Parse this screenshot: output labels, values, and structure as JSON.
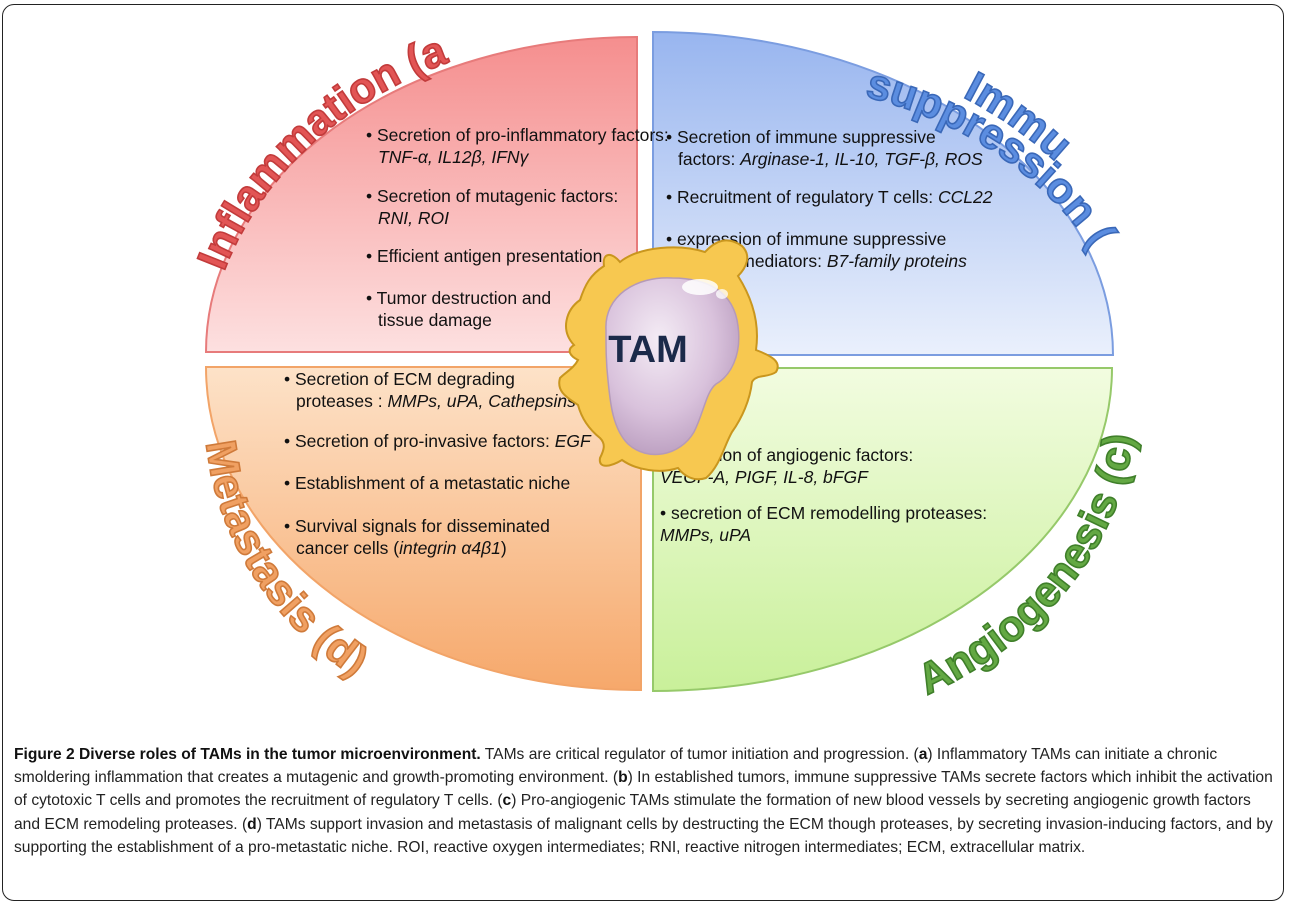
{
  "figure": {
    "center_label": "TAM",
    "quadrants": {
      "a": {
        "title": "Inflammation (a)",
        "color_top": "#f58e8e",
        "color_bottom": "#fde0e0",
        "title_color": "#e25555",
        "items": [
          {
            "lines": [
              [
                {
                  "t": "• Secretion of pro-inflammatory factors:"
                }
              ],
              [
                {
                  "t": "TNF-",
                  "i": true
                },
                {
                  "t": "α",
                  "i": true
                },
                {
                  "t": ", IL12",
                  "i": true
                },
                {
                  "t": "β",
                  "i": true
                },
                {
                  "t": ", IFN",
                  "i": true
                },
                {
                  "t": "γ",
                  "i": true
                }
              ]
            ]
          },
          {
            "lines": [
              [
                {
                  "t": "• Secretion of mutagenic factors:"
                }
              ],
              [
                {
                  "t": "RNI, ROI",
                  "i": true
                }
              ]
            ]
          },
          {
            "lines": [
              [
                {
                  "t": "• Efficient antigen presentation"
                }
              ]
            ]
          },
          {
            "lines": [
              [
                {
                  "t": "• Tumor destruction and"
                }
              ],
              [
                {
                  "t": "tissue damage"
                }
              ]
            ]
          }
        ]
      },
      "b": {
        "title_line1": "Immune",
        "title_line2": "suppression (b)",
        "color_top": "#98b5ef",
        "color_bottom": "#eaf0fc",
        "title_color": "#5b8de0",
        "items": [
          {
            "lines": [
              [
                {
                  "t": "• Secretion of immune suppressive"
                }
              ],
              [
                {
                  "t": "factors: "
                },
                {
                  "t": "Arginase-1, IL-10, TGF-",
                  "i": true
                },
                {
                  "t": "β",
                  "i": true
                },
                {
                  "t": ", ROS",
                  "i": true
                }
              ]
            ]
          },
          {
            "lines": [
              [
                {
                  "t": "• Recruitment of regulatory T cells: "
                },
                {
                  "t": "CCL22",
                  "i": true
                }
              ]
            ]
          },
          {
            "lines": [
              [
                {
                  "t": "• expression of immune suppressive"
                }
              ],
              [
                {
                  "t": "surface mediators: "
                },
                {
                  "t": "B7-family proteins",
                  "i": true
                }
              ]
            ]
          }
        ]
      },
      "c": {
        "title": "Angiogenesis (c)",
        "color_top": "#f2fce0",
        "color_bottom": "#c9f09a",
        "title_color": "#63a843",
        "items": [
          {
            "lines": [
              [
                {
                  "t": "• secretion of angiogenic factors:"
                }
              ],
              [
                {
                  "t": "VEGF-A, PIGF, IL-8, bFGF",
                  "i": true
                }
              ]
            ]
          },
          {
            "lines": [
              [
                {
                  "t": "• secretion of ECM remodelling  proteases:"
                }
              ],
              [
                {
                  "t": "MMPs, uPA",
                  "i": true
                }
              ]
            ]
          }
        ]
      },
      "d": {
        "title": "Metastasis (d)",
        "color_top": "#fde2c8",
        "color_bottom": "#f6a86b",
        "title_color": "#f0a062",
        "items": [
          {
            "lines": [
              [
                {
                  "t": "• Secretion of ECM degrading"
                }
              ],
              [
                {
                  "t": "proteases : "
                },
                {
                  "t": "MMPs, uPA, Cathepsins",
                  "i": true
                }
              ]
            ]
          },
          {
            "lines": [
              [
                {
                  "t": "• Secretion of pro-invasive factors: "
                },
                {
                  "t": "EGF",
                  "i": true
                }
              ]
            ]
          },
          {
            "lines": [
              [
                {
                  "t": "• Establishment of a metastatic niche"
                }
              ]
            ]
          },
          {
            "lines": [
              [
                {
                  "t": "• Survival signals for disseminated"
                }
              ],
              [
                {
                  "t": "cancer cells ("
                },
                {
                  "t": "integrin ",
                  "i": true
                },
                {
                  "t": "α",
                  "i": true
                },
                {
                  "t": "4",
                  "i": true
                },
                {
                  "t": "β",
                  "i": true
                },
                {
                  "t": "1",
                  "i": true
                },
                {
                  "t": ")"
                }
              ]
            ]
          }
        ]
      }
    },
    "colors": {
      "cell_body": "#f7c850",
      "cell_outline": "#c9961e",
      "nucleus": "#d9c2dc",
      "nucleus_outline": "#b59ab8",
      "center_text": "#1b2a4a"
    }
  },
  "caption": {
    "label": "Figure 2 Diverse roles of TAMs in the tumor microenvironment.",
    "segments": [
      {
        "t": " TAMs are critical regulator of tumor initiation and progression. ("
      },
      {
        "t": "a",
        "b": true
      },
      {
        "t": ") Inflammatory TAMs can initiate a chronic smoldering inflammation that creates a mutagenic and growth-promoting environment. ("
      },
      {
        "t": "b",
        "b": true
      },
      {
        "t": ") In established tumors, immune suppressive TAMs secrete factors which inhibit the activation of cytotoxic T cells and promotes the recruitment of regulatory T cells. ("
      },
      {
        "t": "c",
        "b": true
      },
      {
        "t": ") Pro-angiogenic TAMs stimulate the formation of new blood vessels by secreting angiogenic growth factors and ECM remodeling proteases. ("
      },
      {
        "t": "d",
        "b": true
      },
      {
        "t": ") TAMs support invasion and metastasis of malignant cells by destructing the ECM though proteases, by secreting invasion-inducing factors, and by supporting the establishment of a pro-metastatic niche. ROI, reactive oxygen intermediates; RNI, reactive nitrogen intermediates; ECM, extracellular matrix."
      }
    ]
  }
}
